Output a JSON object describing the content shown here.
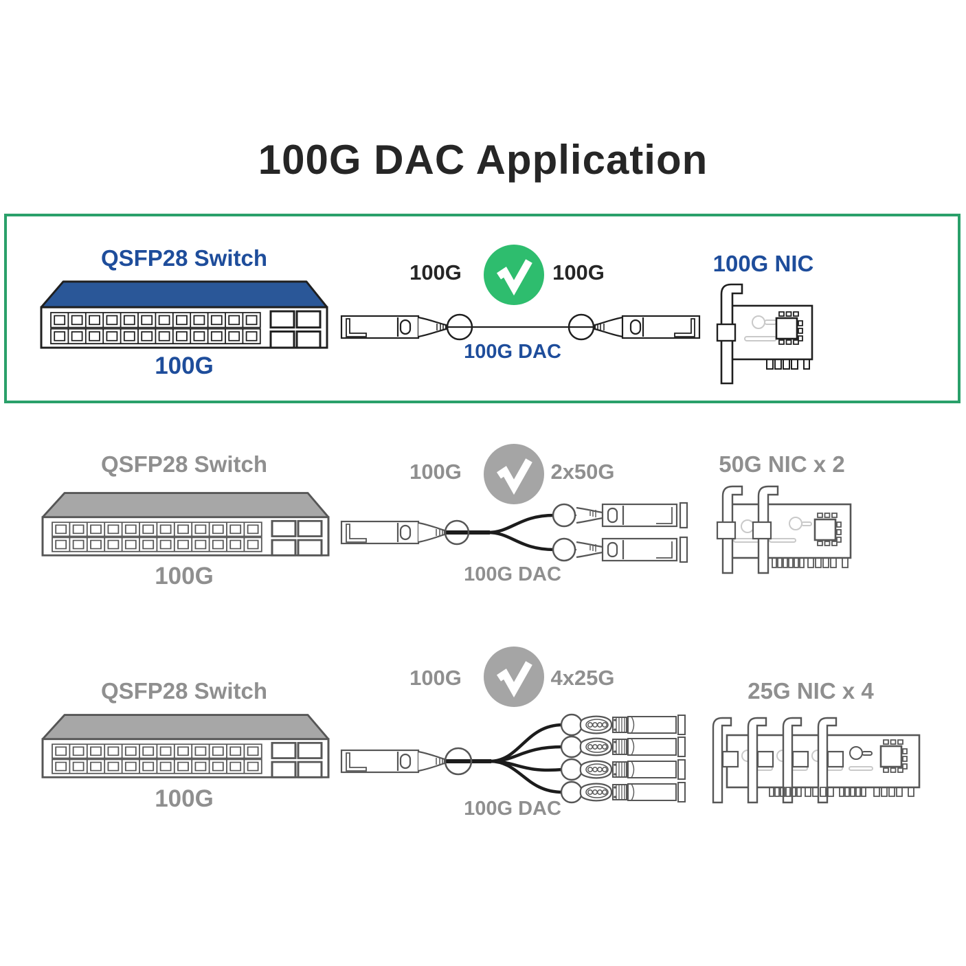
{
  "title": "100G DAC Application",
  "colors": {
    "title_text": "#262626",
    "accent_blue": "#1e4d9b",
    "switch_top_blue": "#2a5798",
    "highlight_green": "#2aa06a",
    "check_green": "#2ebd6e",
    "neutral_gray": "#8f8f8f",
    "check_gray": "#a5a5a5",
    "switch_top_gray": "#a7a7a7",
    "outline_dark": "#1f1f1f",
    "outline_gray": "#565656",
    "faint_gray": "#c9c9c9",
    "cable_dark": "#1c1c1c"
  },
  "rows": [
    {
      "switch_label": "QSFP28 Switch",
      "switch_speed": "100G",
      "left_speed": "100G",
      "right_speed": "100G",
      "cable_label": "100G DAC",
      "nic_label": "100G NIC",
      "check_icon": "checkmark",
      "highlighted": true
    },
    {
      "switch_label": "QSFP28 Switch",
      "switch_speed": "100G",
      "left_speed": "100G",
      "right_speed": "2x50G",
      "cable_label": "100G DAC",
      "nic_label": "50G NIC x 2",
      "check_icon": "checkmark",
      "highlighted": false
    },
    {
      "switch_label": "QSFP28 Switch",
      "switch_speed": "100G",
      "left_speed": "100G",
      "right_speed": "4x25G",
      "cable_label": "100G DAC",
      "nic_label": "25G NIC x 4",
      "check_icon": "checkmark",
      "highlighted": false
    }
  ]
}
